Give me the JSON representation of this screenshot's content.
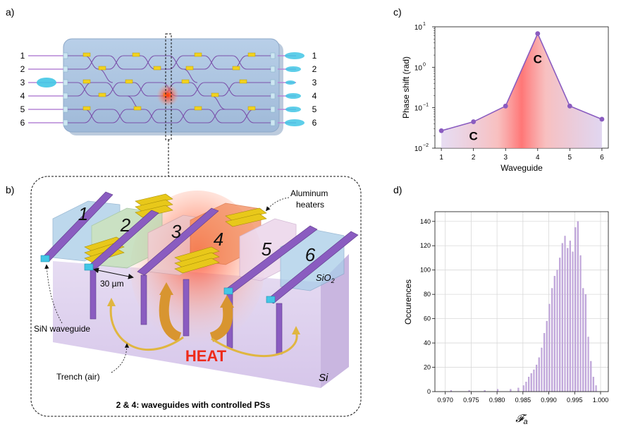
{
  "panels": {
    "a": "a)",
    "b": "b)",
    "c": "c)",
    "d": "d)"
  },
  "panel_a": {
    "input_numbers": [
      "1",
      "2",
      "3",
      "4",
      "5",
      "6"
    ],
    "output_numbers": [
      "1",
      "2",
      "3",
      "4",
      "5",
      "6"
    ]
  },
  "panel_b": {
    "block_numbers": [
      "1",
      "2",
      "3",
      "4",
      "5",
      "6"
    ],
    "aluminum_heaters": [
      "Aluminum",
      "heaters"
    ],
    "sio2": "SiO",
    "sio2_sub": "2",
    "si": "Si",
    "spacing": "30 µm",
    "sin_waveguide": "SiN waveguide",
    "trench": "Trench (air)",
    "heat": "HEAT",
    "caption": "2 & 4: waveguides with controlled PSs"
  },
  "colors": {
    "purple": "#7b52ab",
    "heater_yellow": "#e8c81a",
    "heat_red": "#ff3a1a",
    "chip_blue": "#a9c3df",
    "hist_fill": "#c4a9dd",
    "line_purple": "#8a5cc0"
  },
  "chart_data": [
    {
      "type": "line",
      "panel": "c",
      "xlabel": "Waveguide",
      "ylabel": "Phase shift (rad)",
      "x": [
        1,
        2,
        3,
        4,
        5,
        6
      ],
      "y": [
        0.027,
        0.045,
        0.11,
        6.8,
        0.11,
        0.052
      ],
      "x_ticks": [
        "1",
        "2",
        "3",
        "4",
        "5",
        "6"
      ],
      "y_scale": "log",
      "ylim": [
        0.01,
        10
      ],
      "y_tick_bases": [
        "10",
        "10",
        "10",
        "10"
      ],
      "y_tick_exponents": [
        "−2",
        "−1",
        "0",
        "1"
      ],
      "annotations": [
        {
          "text": "C",
          "x": 4,
          "y": 1.6
        },
        {
          "text": "C",
          "x": 2,
          "y": 0.02
        }
      ],
      "fill": "gradient under curve (red center, purple sides)"
    },
    {
      "type": "bar",
      "panel": "d",
      "xlabel": "𝓕",
      "xlabel_sub": "a",
      "ylabel": "Occurences",
      "xlim": [
        0.968,
        1.0015
      ],
      "ylim": [
        0,
        148
      ],
      "x_ticks": [
        "0.970",
        "0.975",
        "0.980",
        "0.985",
        "0.990",
        "0.995",
        "1.000"
      ],
      "y_ticks": [
        "0",
        "20",
        "40",
        "60",
        "80",
        "100",
        "120",
        "140"
      ],
      "grid": true,
      "bin_width": 0.00025,
      "bins_start": [
        0.971,
        0.9745,
        0.9775,
        0.98,
        0.9825,
        0.984,
        0.985,
        0.9855,
        0.986,
        0.9865,
        0.987,
        0.9875,
        0.988,
        0.9885,
        0.989,
        0.9895,
        0.99,
        0.9905,
        0.991,
        0.9915,
        0.992,
        0.9925,
        0.993,
        0.9935,
        0.994,
        0.9945,
        0.995,
        0.9955,
        0.996,
        0.9965,
        0.997,
        0.9975,
        0.998,
        0.9985,
        0.999
      ],
      "values": [
        1,
        1,
        1,
        2,
        2,
        3,
        5,
        8,
        12,
        15,
        18,
        22,
        28,
        36,
        48,
        58,
        72,
        85,
        95,
        100,
        110,
        122,
        128,
        118,
        124,
        115,
        135,
        140,
        112,
        85,
        80,
        45,
        25,
        12,
        5
      ]
    }
  ]
}
